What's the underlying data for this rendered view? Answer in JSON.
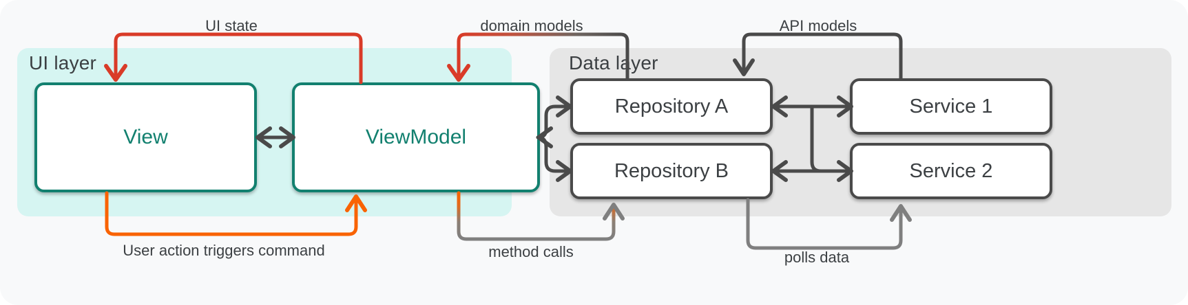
{
  "diagram": {
    "title": "MVVM layered architecture data flow",
    "background": "#F8F9FA",
    "layers": [
      {
        "id": "ui",
        "label": "UI layer",
        "color": "#D6F5F2"
      },
      {
        "id": "data",
        "label": "Data layer",
        "color": "#E6E6E6"
      }
    ],
    "nodes": [
      {
        "id": "view",
        "label": "View",
        "style": "teal",
        "border": "#12806F",
        "text_color": "#12806F"
      },
      {
        "id": "viewmodel",
        "label": "ViewModel",
        "style": "teal",
        "border": "#12806F",
        "text_color": "#12806F"
      },
      {
        "id": "repo_a",
        "label": "Repository A",
        "style": "gray",
        "border": "#4A4A4A",
        "text_color": "#3C4043"
      },
      {
        "id": "repo_b",
        "label": "Repository B",
        "style": "gray",
        "border": "#4A4A4A",
        "text_color": "#3C4043"
      },
      {
        "id": "service_1",
        "label": "Service  1",
        "style": "gray",
        "border": "#4A4A4A",
        "text_color": "#3C4043"
      },
      {
        "id": "service_2",
        "label": "Service 2",
        "style": "gray",
        "border": "#4A4A4A",
        "text_color": "#3C4043"
      }
    ],
    "edges": [
      {
        "id": "ui_state",
        "label": "UI state",
        "from": "viewmodel",
        "to": "view",
        "color": "#D93B28",
        "direction": "one-way"
      },
      {
        "id": "domain_models",
        "label": "domain models",
        "from": "repo_a",
        "to": "viewmodel",
        "color": "#D93B28",
        "color_end": "#4A4A4A",
        "direction": "one-way"
      },
      {
        "id": "api_models",
        "label": "API models",
        "from": "service_1",
        "to": "repo_a",
        "color": "#4A4A4A",
        "direction": "one-way"
      },
      {
        "id": "user_action",
        "label": "User action triggers command",
        "from": "view",
        "to": "viewmodel",
        "color": "#F96302",
        "direction": "one-way"
      },
      {
        "id": "method_calls",
        "label": "method calls",
        "from": "viewmodel",
        "to": "repo_a",
        "color": "#F96302",
        "color_end": "#7A7A7A",
        "direction": "one-way"
      },
      {
        "id": "polls_data",
        "label": "polls data",
        "from": "repo_b",
        "to": "service_2",
        "color": "#7A7A7A",
        "direction": "one-way"
      },
      {
        "id": "view_vm",
        "label": "",
        "from": "view",
        "to": "viewmodel",
        "color": "#4A4A4A",
        "direction": "two-way"
      },
      {
        "id": "vm_repos",
        "label": "",
        "from": "viewmodel",
        "to": "repositories",
        "color": "#4A4A4A",
        "direction": "one-way"
      },
      {
        "id": "repoa_svc1",
        "label": "",
        "from": "repo_a",
        "to": "service_1",
        "color": "#4A4A4A",
        "direction": "two-way"
      },
      {
        "id": "repob_svc2",
        "label": "",
        "from": "repo_b",
        "to": "service_2",
        "color": "#4A4A4A",
        "direction": "two-way"
      }
    ]
  }
}
